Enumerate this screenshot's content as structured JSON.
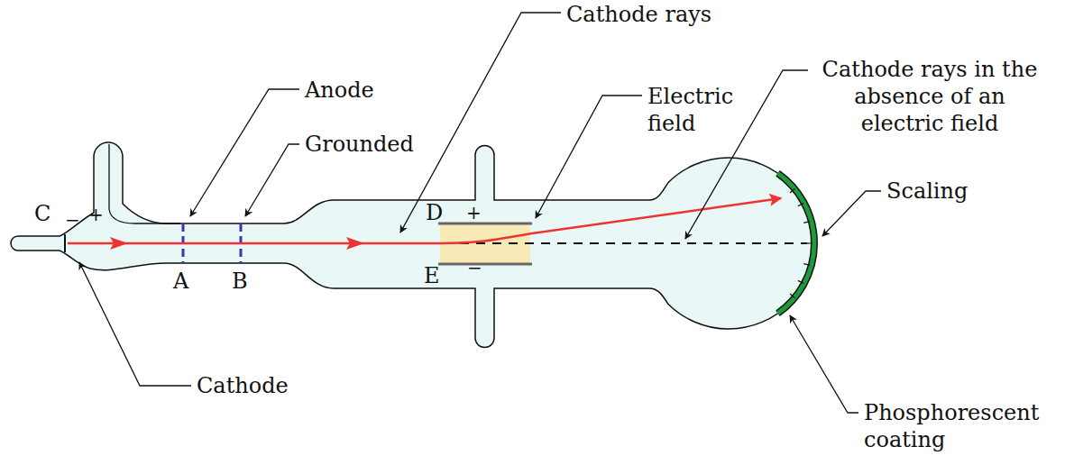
{
  "diagram": {
    "labels": [
      "Cathode rays",
      "Anode",
      "Grounded",
      "Electric field",
      "Cathode rays in the absence of an electric field",
      "Scaling",
      "Cathode",
      "Phosphorescent coating",
      "C",
      "−",
      "+",
      "A",
      "B",
      "D",
      "+",
      "E",
      "−"
    ]
  }
}
